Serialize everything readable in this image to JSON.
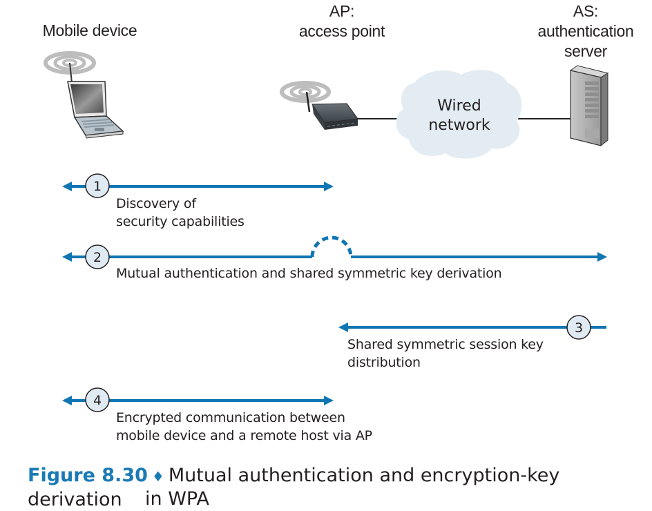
{
  "nodes": {
    "mobile": {
      "label": "Mobile device"
    },
    "ap": {
      "label_line1": "AP:",
      "label_line2": "access point"
    },
    "as": {
      "label_line1": "AS:",
      "label_line2": "authentication",
      "label_line3": "server"
    },
    "cloud": {
      "line1": "Wired",
      "line2": "network"
    }
  },
  "steps": [
    {
      "number": "1",
      "direction": "bidirectional",
      "from": "mobile",
      "to": "ap",
      "text_line1": "Discovery of",
      "text_line2": "security capabilities"
    },
    {
      "number": "2",
      "direction": "bidirectional",
      "from": "mobile",
      "to": "as",
      "text_line1": "Mutual authentication and shared symmetric key derivation",
      "passes_through_ap": true
    },
    {
      "number": "3",
      "direction": "to-ap",
      "from": "as",
      "to": "ap",
      "text_line1": "Shared symmetric session key",
      "text_line2": "distribution"
    },
    {
      "number": "4",
      "direction": "bidirectional",
      "from": "mobile",
      "to": "ap",
      "text_line1": "Encrypted communication between",
      "text_line2": "mobile device and a remote host via AP"
    }
  ],
  "caption": {
    "figure_number": "Figure 8.30",
    "separator": "♦",
    "text_line1": "Mutual authentication and encryption-key derivation",
    "text_line2": "in WPA"
  },
  "colors": {
    "arrow": "#0f75b3",
    "circle_fill": "#dfeaf3",
    "cloud_fill": "#e3ecf2",
    "caption_accent": "#1a7ab5"
  }
}
